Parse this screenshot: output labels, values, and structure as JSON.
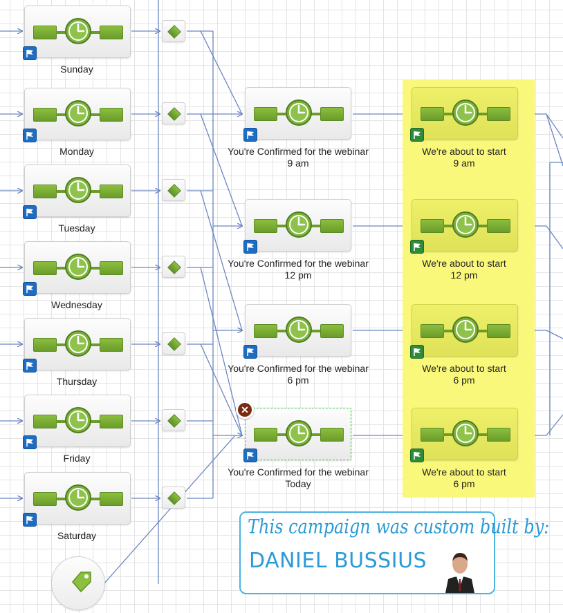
{
  "colors": {
    "wire": "#6b86c0",
    "highlight": "#faf87a",
    "timer_green": "#7bb23a",
    "flag_blue": "#1f6dc2",
    "flag_green": "#2f8a3a",
    "credit_blue": "#2a9bd6"
  },
  "canvas": {
    "day_nodes": [
      {
        "label": "Sunday"
      },
      {
        "label": "Monday"
      },
      {
        "label": "Tuesday"
      },
      {
        "label": "Wednesday"
      },
      {
        "label": "Thursday"
      },
      {
        "label": "Friday"
      },
      {
        "label": "Saturday"
      }
    ],
    "confirm_nodes": [
      {
        "title": "You're Confirmed for the webinar",
        "time": "9 am"
      },
      {
        "title": "You're Confirmed for the webinar",
        "time": "12 pm"
      },
      {
        "title": "You're Confirmed for the webinar",
        "time": "6 pm"
      },
      {
        "title": "You're Confirmed for the webinar",
        "time": "Today"
      }
    ],
    "start_nodes": [
      {
        "title": "We're about to start",
        "time": "9 am"
      },
      {
        "title": "We're about to start",
        "time": "12 pm"
      },
      {
        "title": "We're about to start",
        "time": "6 pm"
      },
      {
        "title": "We're about to start",
        "time": "6 pm"
      }
    ],
    "icons": {
      "timer": "clock-timer-icon",
      "flag": "flag-icon",
      "decision": "diamond-decision-icon",
      "remove": "close-icon",
      "tag": "tag-icon"
    }
  },
  "credit": {
    "tagline": "This campaign was custom built by:",
    "name": "DANIEL BUSSIUS"
  }
}
